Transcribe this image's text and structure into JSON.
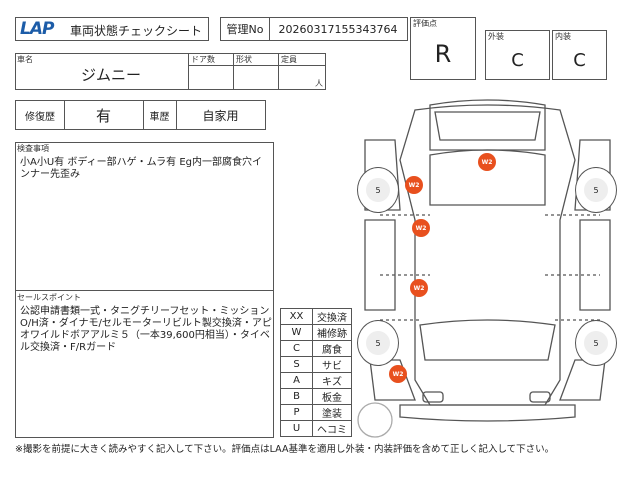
{
  "header": {
    "logo": "LAP",
    "title": "車両状態チェックシート",
    "mgmt_label": "管理No",
    "mgmt_no": "20260317155343764"
  },
  "vehicle": {
    "name_label": "車名",
    "name": "ジムニー",
    "doors_label": "ドア数",
    "doors": "",
    "shape_label": "形状",
    "shape": "",
    "capacity_label": "定員",
    "capacity_unit": "人"
  },
  "history": {
    "repair_label": "修復歴",
    "repair": "有",
    "usage_label": "車歴",
    "usage": "自家用"
  },
  "grades": {
    "eval_label": "評価点",
    "eval": "R",
    "exterior_label": "外装",
    "exterior": "C",
    "interior_label": "内装",
    "interior": "C"
  },
  "inspection": {
    "label": "検査事項",
    "text": "小A小U有 ボディー部ハゲ・ムラ有 Eg内一部腐食穴インナー先歪み"
  },
  "sales": {
    "label": "セールスポイント",
    "text": "公認申請書類一式・タニグチリーフセット・ミッションO/H済・ダイナモ/セルモーターリビルト製交換済・アピオワイルドボアアルミ５（一本39,600円相当）・タイベル交換済・F/Rガード"
  },
  "legend": [
    {
      "code": "XX",
      "meaning": "交換済"
    },
    {
      "code": "W",
      "meaning": "補修跡"
    },
    {
      "code": "C",
      "meaning": "腐食"
    },
    {
      "code": "S",
      "meaning": "サビ"
    },
    {
      "code": "A",
      "meaning": "キズ"
    },
    {
      "code": "B",
      "meaning": "板金"
    },
    {
      "code": "P",
      "meaning": "塗装"
    },
    {
      "code": "U",
      "meaning": "ヘコミ"
    }
  ],
  "diagram": {
    "marks": [
      "W2",
      "W2",
      "W2",
      "W2",
      "W2"
    ],
    "tires": [
      "5",
      "5",
      "5",
      "5"
    ],
    "mark_color": "#e8501e"
  },
  "footnote": "※撮影を前提に大きく読みやすく記入して下さい。評価点はLAA基準を適用し外装・内装評価を含めて正しく記入して下さい。"
}
